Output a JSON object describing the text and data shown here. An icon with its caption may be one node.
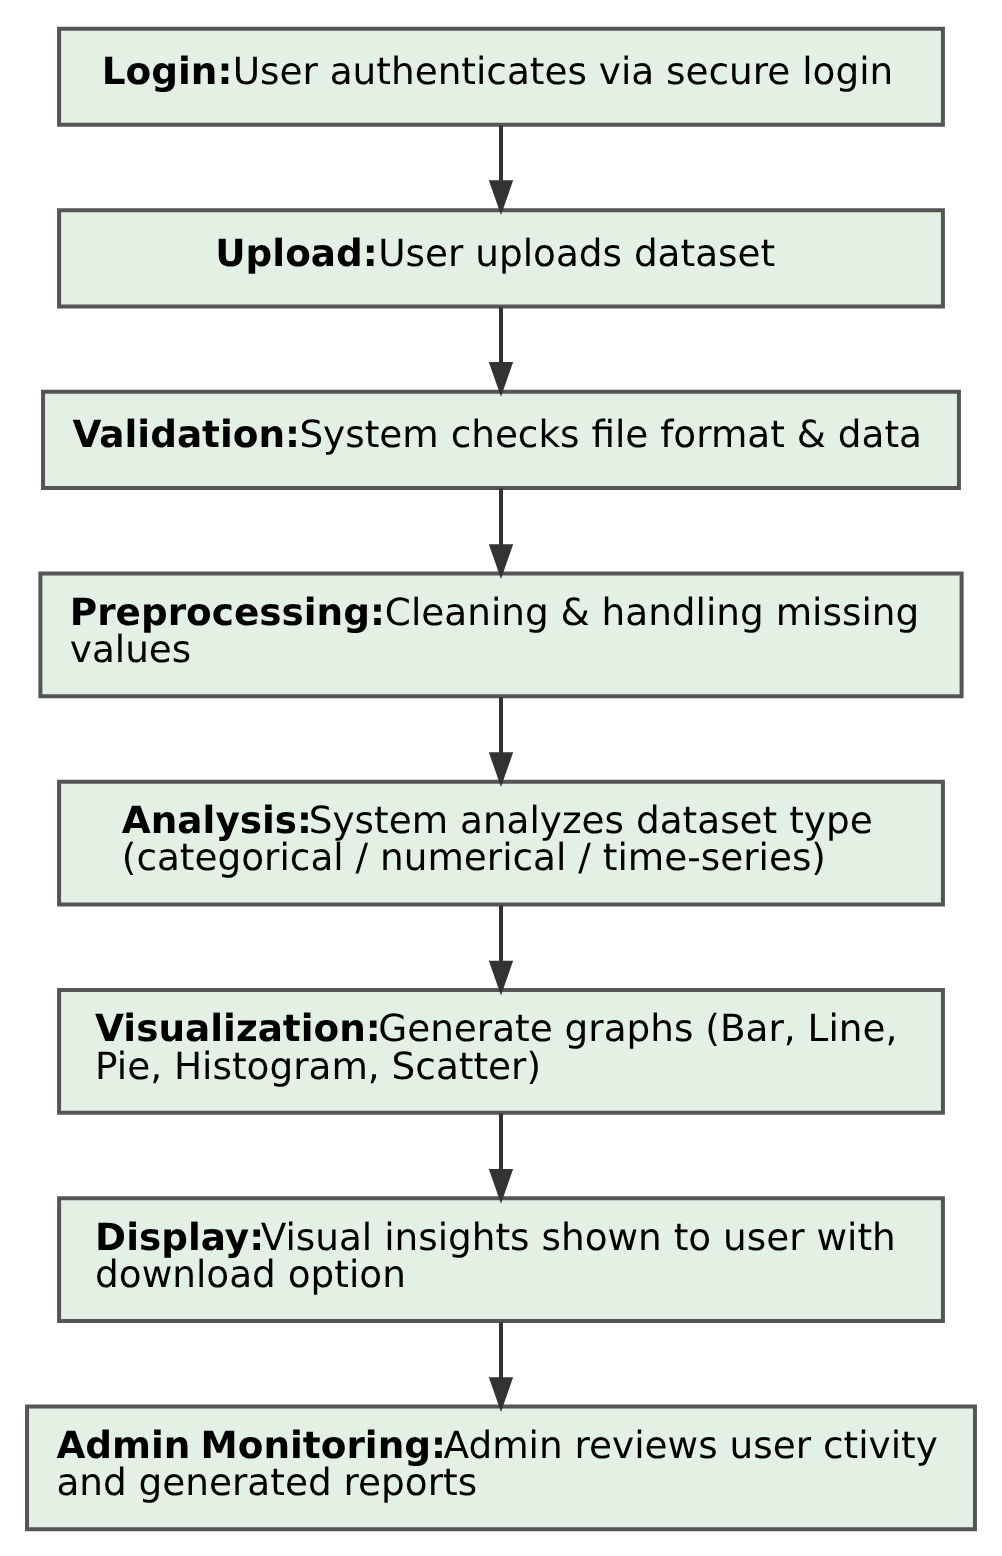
{
  "diagram": {
    "nodes": [
      {
        "text": [
          "Login:",
          "User authenticates via secure login"
        ]
      },
      {
        "text": [
          "Upload:",
          "User uploads dataset"
        ]
      },
      {
        "text": [
          "Validation:",
          "System checks file format & data"
        ]
      },
      {
        "text": [
          "Preprocessing:",
          "Cleaning & handling missing values"
        ]
      },
      {
        "text": [
          "Analysis:",
          "System analyzes dataset type (categorical / numerical / time-series)"
        ]
      },
      {
        "text": [
          "Visualization:",
          "Generate graphs (Bar, Line, Pie, Histogram, Scatter)"
        ]
      },
      {
        "text": [
          "Display:",
          "Visual insights shown to user with download option"
        ]
      },
      {
        "text": [
          "Admin Monitoring:",
          "Admin reviews user ctivity and generated reports"
        ]
      }
    ],
    "edges": [
      {
        "from": 0,
        "to": 1,
        "arrow": "to"
      },
      {
        "from": 1,
        "to": 2,
        "arrow": "to"
      },
      {
        "from": 2,
        "to": 3,
        "arrow": "to"
      },
      {
        "from": 3,
        "to": 4,
        "arrow": "to"
      },
      {
        "from": 4,
        "to": 5,
        "arrow": "to"
      },
      {
        "from": 5,
        "to": 6,
        "arrow": "to"
      },
      {
        "from": 6,
        "to": 7,
        "arrow": "to"
      }
    ]
  }
}
